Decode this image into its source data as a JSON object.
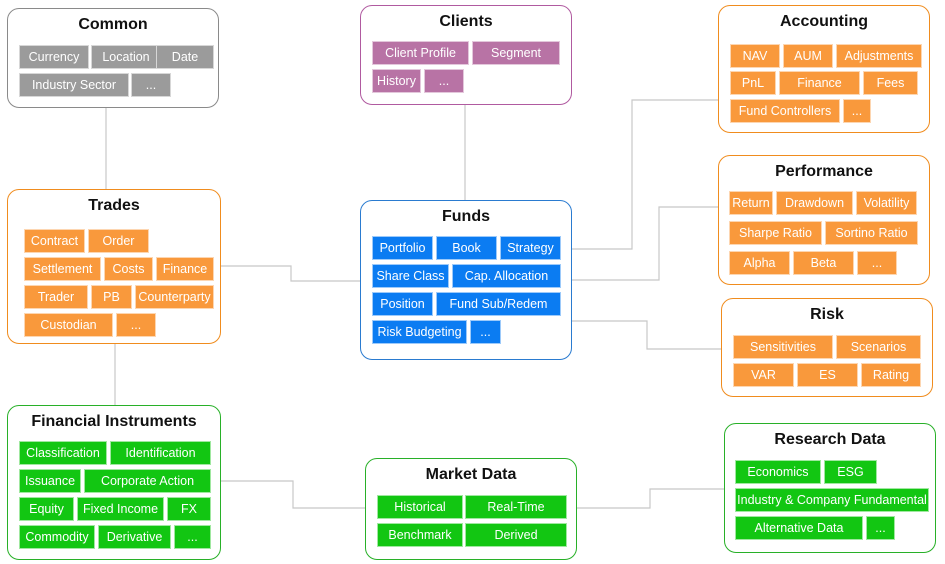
{
  "colors": {
    "grey": "#9b9b9b",
    "purple": "#b873a5",
    "orange": "#f9993c",
    "blue": "#0b7cf2",
    "green": "#12c612"
  },
  "groups": {
    "common": {
      "title": "Common",
      "items": [
        "Currency",
        "Location",
        "Date",
        "Industry Sector",
        "..."
      ]
    },
    "clients": {
      "title": "Clients",
      "items": [
        "Client Profile",
        "Segment",
        "History",
        "..."
      ]
    },
    "accounting": {
      "title": "Accounting",
      "items": [
        "NAV",
        "AUM",
        "Adjustments",
        "PnL",
        "Finance",
        "Fees",
        "Fund Controllers",
        "..."
      ]
    },
    "trades": {
      "title": "Trades",
      "items": [
        "Contract",
        "Order",
        "Settlement",
        "Costs",
        "Finance",
        "Trader",
        "PB",
        "Counterparty",
        "Custodian",
        "..."
      ]
    },
    "funds": {
      "title": "Funds",
      "items": [
        "Portfolio",
        "Book",
        "Strategy",
        "Share Class",
        "Cap. Allocation",
        "Position",
        "Fund Sub/Redem",
        "Risk Budgeting",
        "..."
      ]
    },
    "performance": {
      "title": "Performance",
      "items": [
        "Return",
        "Drawdown",
        "Volatility",
        "Sharpe Ratio",
        "Sortino Ratio",
        "Alpha",
        "Beta",
        "..."
      ]
    },
    "risk": {
      "title": "Risk",
      "items": [
        "Sensitivities",
        "Scenarios",
        "VAR",
        "ES",
        "Rating"
      ]
    },
    "financial_instruments": {
      "title": "Financial Instruments",
      "items": [
        "Classification",
        "Identification",
        "Issuance",
        "Corporate Action",
        "Equity",
        "Fixed Income",
        "FX",
        "Commodity",
        "Derivative",
        "..."
      ]
    },
    "market_data": {
      "title": "Market Data",
      "items": [
        "Historical",
        "Real-Time",
        "Benchmark",
        "Derived"
      ]
    },
    "research_data": {
      "title": "Research Data",
      "items": [
        "Economics",
        "ESG",
        "Industry & Company Fundamental",
        "Alternative Data",
        "..."
      ]
    }
  }
}
